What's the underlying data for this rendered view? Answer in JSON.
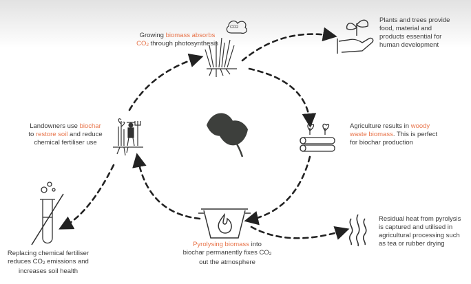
{
  "colors": {
    "accent": "#e8744a",
    "ink": "#3a3a3a",
    "leaf": "#3d3f3c"
  },
  "steps": {
    "growing": {
      "pre": "Growing ",
      "hl": "biomass absorbs",
      "l2a": "CO",
      "sub": "2",
      "l2b": " through photosynthesis"
    },
    "plants": {
      "l1": "Plants and trees provide",
      "l2": "food, material and",
      "l3": "products essential for",
      "l4": "human development"
    },
    "agriculture": {
      "pre": "Agriculture results in ",
      "hl1": "woody",
      "hl2": "waste biomass",
      "post": ". This is perfect",
      "l3": "for biochar production"
    },
    "residual": {
      "l1": "Residual heat from pyrolysis",
      "l2": "is captured and utilised in",
      "l3": "agricultural processing such",
      "l4": "as tea or rubber drying"
    },
    "pyrolysing": {
      "hl": "Pyrolysing biomass",
      "post": " into",
      "l2a": "biochar permanently fixes CO",
      "sub": "2",
      "l3": "out the atmosphere"
    },
    "landowners": {
      "pre": "Landowners use ",
      "hl1": "biochar",
      "l2pre": "to ",
      "hl2": "restore soil",
      "l2post": " and reduce",
      "l3": "chemical fertiliser use"
    },
    "replacing": {
      "l1": "Replacing chemical fertiliser",
      "l2a": "reduces CO",
      "sub": "2",
      "l2b": " emissions and",
      "l3": "increases soil health"
    }
  },
  "icons": {
    "cloud_label": "CO2"
  }
}
